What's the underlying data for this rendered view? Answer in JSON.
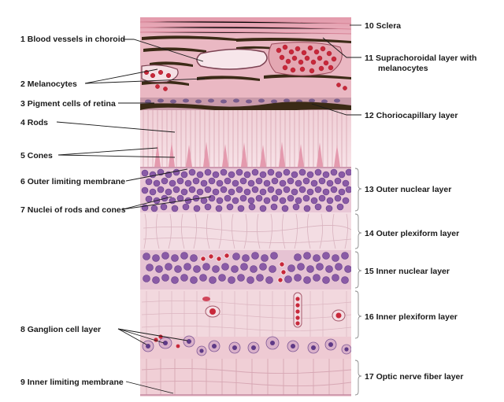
{
  "labels": {
    "l1": "1  Blood vessels in choroid",
    "l2": "2  Melanocytes",
    "l3": "3  Pigment cells of retina",
    "l4": "4  Rods",
    "l5": "5  Cones",
    "l6": "6  Outer limiting membrane",
    "l7": "7  Nuclei of rods and cones",
    "l8": "8  Ganglion cell layer",
    "l9": "9  Inner limiting membrane",
    "l10": "10  Sclera",
    "l11a": "11  Suprachoroidal layer with",
    "l11b": "melanocytes",
    "l12": "12  Choriocapillary layer",
    "l13": "13  Outer nuclear layer",
    "l14": "14  Outer plexiform layer",
    "l15": "15  Inner nuclear layer",
    "l16": "16  Inner plexiform layer",
    "l17": "17  Optic nerve fiber layer"
  },
  "colors": {
    "tissue_pink": "#eec6ce",
    "sclera": "#e7a5b4",
    "melanin": "#3b2a16",
    "rbc": "#c8283a",
    "nucleus": "#8a5aa6",
    "nucleus_dark": "#5e3a86",
    "plexiform": "#f3dde3"
  }
}
